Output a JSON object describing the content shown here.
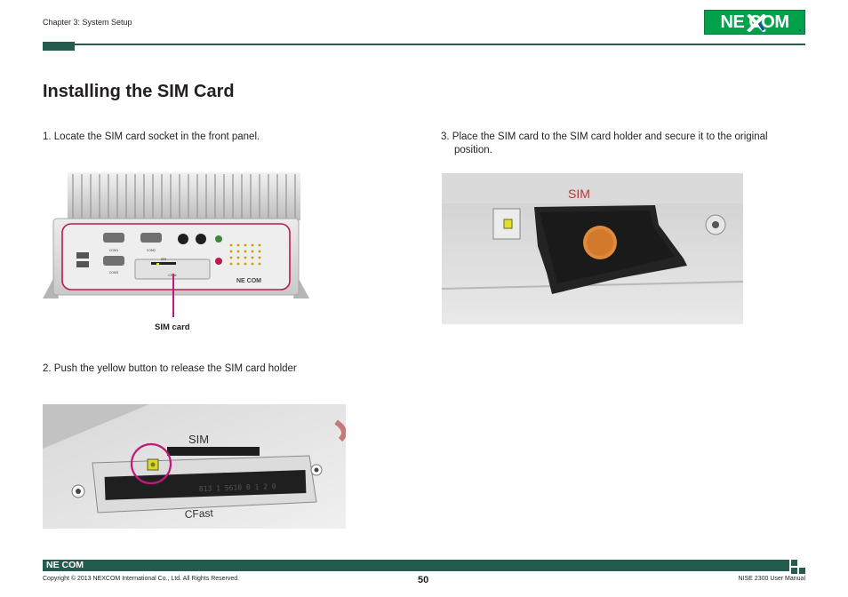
{
  "header": {
    "chapter": "Chapter 3: System Setup",
    "logo_text": "NE COM",
    "logo_color": "#00a14b",
    "rule_color": "#235c4e"
  },
  "page_title": "Installing the SIM Card",
  "steps": {
    "step1": "1.  Locate the SIM card socket in the front panel.",
    "step2": "2. Push the yellow button to release the SIM card holder",
    "step3_line1": "3.  Place the SIM card to the SIM card holder and secure it to the original",
    "step3_line2": "position."
  },
  "figure1": {
    "callout_label": "SIM card",
    "panel_text": [
      "COM1",
      "COM2",
      "COM3",
      "SIM",
      "CFast",
      "NE COM"
    ],
    "callout_color": "#c2187a"
  },
  "figure2": {
    "labels": [
      "SIM",
      "CFast"
    ],
    "highlight_color": "#c2187a"
  },
  "figure3": {
    "labels": [
      "SIM"
    ]
  },
  "footer": {
    "logo_text": "NE COM",
    "copyright": "Copyright © 2013 NEXCOM International Co., Ltd. All Rights Reserved.",
    "page_number": "50",
    "manual_name": "NISE 2300 User Manual"
  }
}
